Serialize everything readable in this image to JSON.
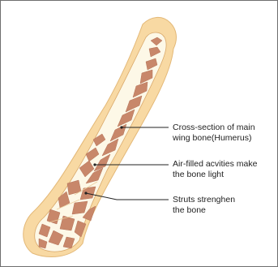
{
  "callouts": [
    {
      "id": "cross-section",
      "lines": [
        "Cross-section of main",
        "wing bone(Humerus)"
      ]
    },
    {
      "id": "air-cavities",
      "lines": [
        "Air-filled acvities make",
        "the bone light"
      ]
    },
    {
      "id": "struts",
      "lines": [
        "Struts strenghen",
        "the bone"
      ]
    }
  ],
  "colors": {
    "bone_outer": "#f8d9a3",
    "bone_outline": "#e3b877",
    "bone_interior": "#fdf8e7",
    "cavity": "#c8876a",
    "cavity_edge": "#b47258",
    "leader_line": "#222222",
    "frame": "#6f6f6f"
  }
}
